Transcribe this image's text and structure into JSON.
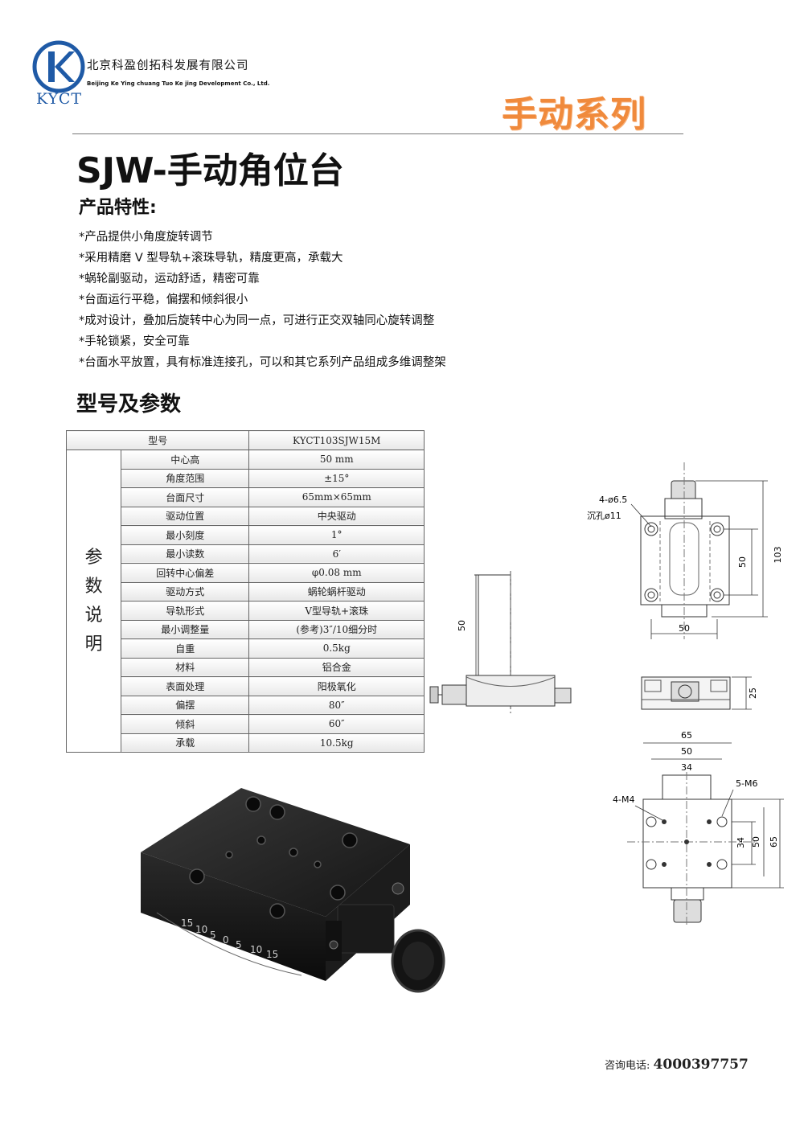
{
  "header": {
    "logo_text": "KYCT",
    "company_cn": "北京科盈创拓科发展有限公司",
    "company_en": "Beijing Ke Ying chuang Tuo Ke jing Development Co., Ltd.",
    "series": "手动系列",
    "brand_color": "#1f5aa6",
    "series_color": "#f08a3c"
  },
  "title": "SJW-手动角位台",
  "features_title": "产品特性:",
  "features": [
    "*产品提供小角度旋转调节",
    "*采用精磨 V 型导轨+滚珠导轨，精度更高，承载大",
    "*蜗轮副驱动，运动舒适，精密可靠",
    "*台面运行平稳，偏摆和倾斜很小",
    "*成对设计，叠加后旋转中心为同一点，可进行正交双轴同心旋转调整",
    "*手轮锁紧，安全可靠",
    "*台面水平放置，具有标准连接孔，可以和其它系列产品组成多维调整架"
  ],
  "params_title": "型号及参数",
  "table": {
    "header_label": "型号",
    "header_value": "KYCT103SJW15M",
    "side_label": [
      "参",
      "数",
      "说",
      "明"
    ],
    "rows": [
      {
        "name": "中心高",
        "value": "50 mm"
      },
      {
        "name": "角度范围",
        "value": "±15°"
      },
      {
        "name": "台面尺寸",
        "value": "65mm×65mm"
      },
      {
        "name": "驱动位置",
        "value": "中央驱动"
      },
      {
        "name": "最小刻度",
        "value": "1°"
      },
      {
        "name": "最小读数",
        "value": "6′"
      },
      {
        "name": "回转中心偏差",
        "value": "φ0.08 mm"
      },
      {
        "name": "驱动方式",
        "value": "蜗轮蜗杆驱动"
      },
      {
        "name": "导轨形式",
        "value": "V型导轨+滚珠"
      },
      {
        "name": "最小调整量",
        "value": "(参考)3″/10细分时"
      },
      {
        "name": "自重",
        "value": "0.5kg"
      },
      {
        "name": "材料",
        "value": "铝合金"
      },
      {
        "name": "表面处理",
        "value": "阳极氧化"
      },
      {
        "name": "偏摆",
        "value": "80″"
      },
      {
        "name": "倾斜",
        "value": "60″"
      },
      {
        "name": "承载",
        "value": "10.5kg"
      }
    ]
  },
  "drawing": {
    "side_height": "50",
    "top_hole_label_1": "4-ø6.5",
    "top_hole_label_2": "沉孔ø11",
    "top_dim_inner": "50",
    "top_dim_outer": "103",
    "top_dim_width": "50",
    "front_height": "25",
    "bottom_dim_65": "65",
    "bottom_dim_50": "50",
    "bottom_dim_34": "34",
    "bottom_m6": "5-M6",
    "bottom_m4": "4-M4",
    "bottom_v34": "34",
    "bottom_v50": "50",
    "bottom_v65": "65"
  },
  "scale_labels": [
    "15",
    "10",
    "5",
    "0",
    "5",
    "10",
    "15"
  ],
  "footer": {
    "phone_label": "咨询电话:",
    "phone_number": "4000397757"
  }
}
